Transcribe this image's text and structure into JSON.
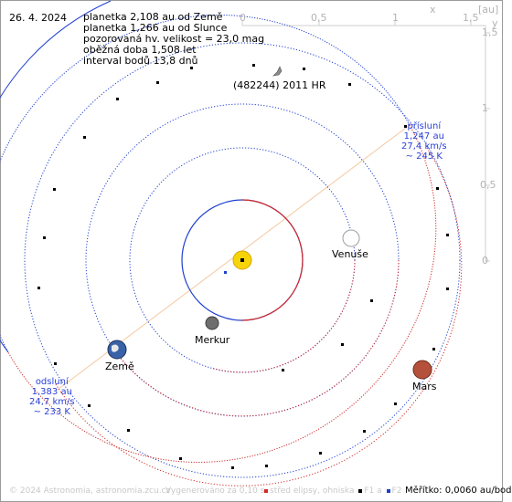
{
  "header": {
    "date": "26. 4. 2024",
    "info_lines": [
      "planetka 2,108 au od Země",
      "planetka 1,266 au od Slunce",
      "pozorovaná hv. velikost = 23,0 mag",
      "oběžná doba 1,508 let",
      "interval bodů 13,8 dnů"
    ]
  },
  "axes": {
    "x_ticks": [
      "0",
      "0,5",
      "1",
      "1,5"
    ],
    "x_label": "x",
    "unit": "[au]",
    "y_ticks": [
      "1,5",
      "1",
      "0,5",
      "0"
    ],
    "y_label": "y"
  },
  "bodies": {
    "asteroid": "(482244) 2011 HR",
    "venus": "Venuše",
    "mercury": "Merkur",
    "earth": "Země",
    "mars": "Mars"
  },
  "perihelion": {
    "title": "přísluní",
    "distance": "1,247 au",
    "speed": "27,4 km/s",
    "temp": "~ 245 K"
  },
  "aphelion": {
    "title": "odsluní",
    "distance": "1,383 au",
    "speed": "24,7 km/s",
    "temp": "~ 233 K"
  },
  "footer": {
    "copyright": "© 2024 Astronomia, astronomia.zcu.cz",
    "generated": "Vygenerováno za 0,10 s",
    "legend_center": "střed elipsy, ohniska",
    "legend_f1": "F1 a",
    "legend_f2": "F2",
    "scale": "Měřítko: 0,0060 au/bod"
  },
  "colors": {
    "orbit_blue": "#1f3fcf",
    "orbit_red": "#d12a2a",
    "apsis_line": "#f5c8a0",
    "label_blue": "#2a40d8",
    "sun": "#f2c200",
    "mars": "#b5513a"
  }
}
